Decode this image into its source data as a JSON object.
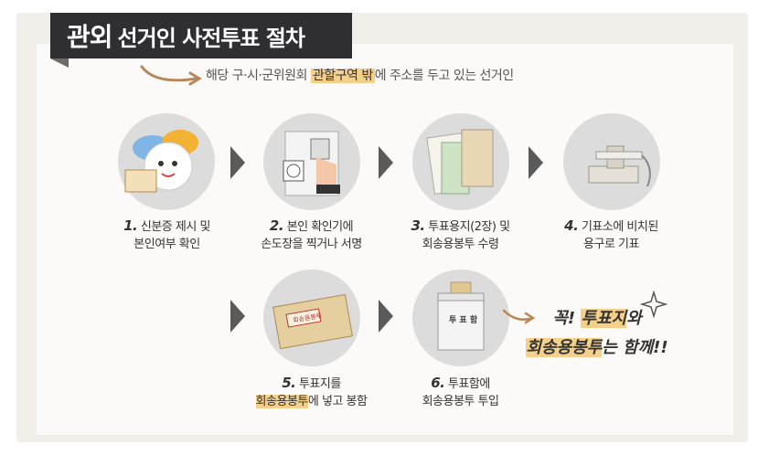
{
  "title": {
    "part1": "관외",
    "part2": "선거인 사전투표 절차"
  },
  "subtitle": {
    "before": "해당 구·시·군위원회 ",
    "highlight": "관할구역 밖",
    "after": "에 주소를 두고 있는 선거인"
  },
  "steps": [
    {
      "num": "1.",
      "line1": "신분증 제시 및",
      "line2": "본인여부 확인"
    },
    {
      "num": "2.",
      "line1": "본인 확인기에",
      "line2": "손도장을 찍거나 서명"
    },
    {
      "num": "3.",
      "line1": "투표용지(2장) 및",
      "line2": "회송용봉투 수령"
    },
    {
      "num": "4.",
      "line1": "기표소에 비치된",
      "line2": "용구로 기표"
    },
    {
      "num": "5.",
      "line1": "투표지를",
      "line2_hl": "회송용봉투",
      "line2_rest": "에 넣고 봉함"
    },
    {
      "num": "6.",
      "line1": "투표함에",
      "line2": "회송용봉투 투입"
    }
  ],
  "ballot_box_label": "투 표 함",
  "envelope_label": "회송용봉투",
  "callout": {
    "l1_pre": "꼭! ",
    "l1_hl": "투표지",
    "l1_post": "와",
    "l2_hl": "회송용봉투",
    "l2_post": "는 함께!!"
  },
  "colors": {
    "accent": "#f4d08a",
    "dark": "#2f2f31",
    "arrow": "#b8865a"
  }
}
